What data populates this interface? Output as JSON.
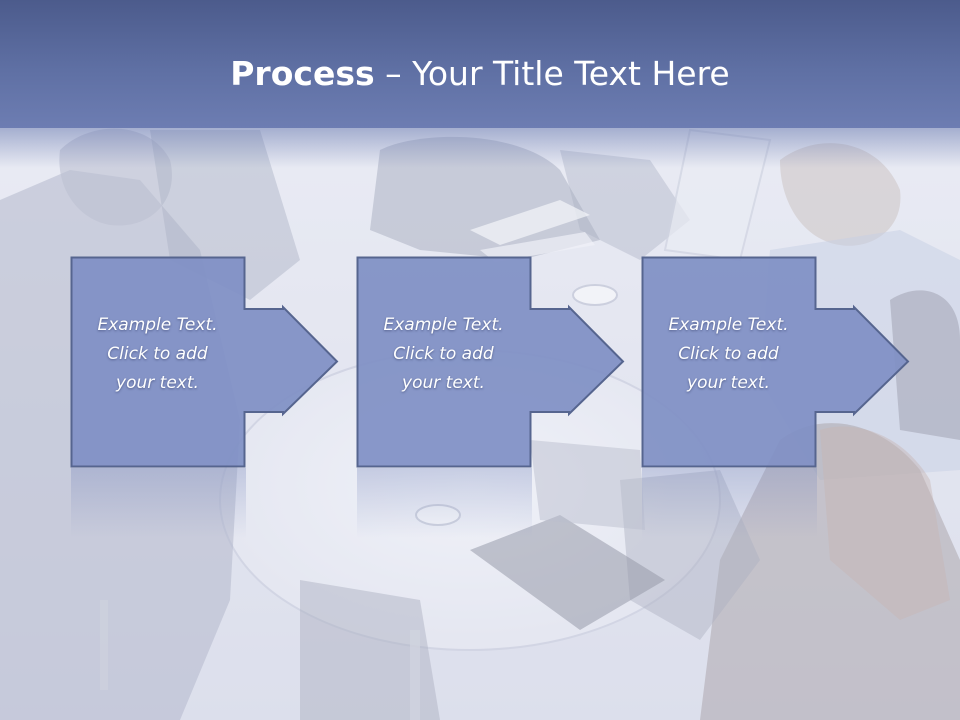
{
  "slide": {
    "title": {
      "bold": "Process",
      "rest": " – Your Title Text Here"
    },
    "steps": [
      {
        "lines": [
          "Example Text.",
          "Click  to add",
          "your text."
        ]
      },
      {
        "lines": [
          "Example Text.",
          "Click  to add",
          "your text."
        ]
      },
      {
        "lines": [
          "Example Text.",
          "Click  to add",
          "your text."
        ]
      }
    ]
  },
  "colors": {
    "title_band": "#5f70a4",
    "box_fill": "#7f8fc4",
    "box_border": "#56658f",
    "title_text": "#ffffff",
    "body_text": "#ffffff"
  }
}
